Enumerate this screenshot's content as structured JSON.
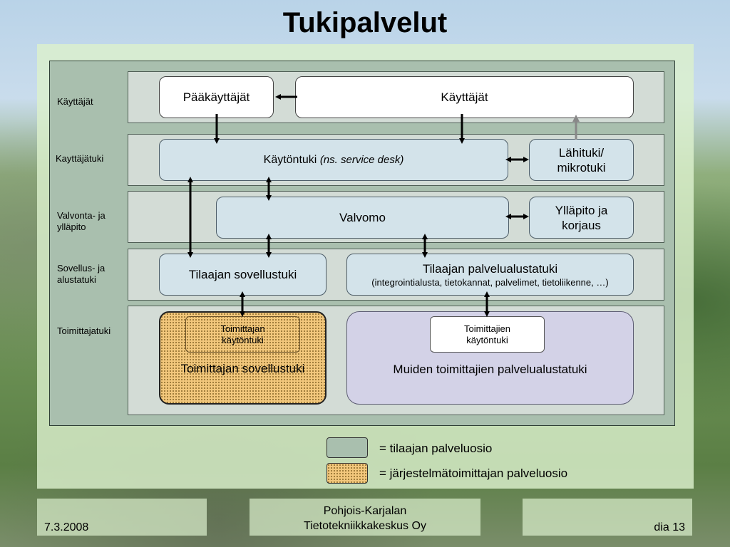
{
  "title": "Tukipalvelut",
  "row_labels": [
    "Käyttäjät",
    "Kayttäjätuki",
    "Valvonta- ja\nylläpito",
    "Sovellus- ja\nalustatuki",
    "Toimittajatuki"
  ],
  "boxes": {
    "paakayttajat": "Pääkäyttäjät",
    "kayttajat": "Käyttäjät",
    "kaytontuki": "Käytöntuki",
    "kaytontuki_note": "(ns. service desk)",
    "lahituki": "Lähituki/\nmikrotuki",
    "valvomo": "Valvomo",
    "yllapito": "Ylläpito ja\nkorjaus",
    "tilaajan_sovellustuki": "Tilaajan sovellustuki",
    "tilaajan_palvelualustatuki": "Tilaajan palvelualustatuki",
    "tilaajan_palvelualustatuki_sub": "(integrointialusta, tietokannat, palvelimet, tietoliikenne, …)",
    "toimittajan_kaytontuki": "Toimittajan\nkäytöntuki",
    "toimittajan_sovellustuki": "Toimittajan sovellustuki",
    "toimittajien_kaytontuki": "Toimittajien\nkäytöntuki",
    "muiden_palvelualustatuki": "Muiden toimittajien palvelualustatuki"
  },
  "legend": {
    "tilaaja": "= tilaajan palveluosio",
    "toimittaja": "= järjestelmätoimittajan palveluosio"
  },
  "footer": {
    "date": "7.3.2008",
    "org_line1": "Pohjois-Karjalan",
    "org_line2": "Tietotekniikkakeskus Oy",
    "slide": "dia 13"
  },
  "colors": {
    "tilaaja_box": "#d3e3ea",
    "toimittaja_box": "#f2c77c",
    "other_supplier_box": "#d3d2e7",
    "band": "#d3dcd6",
    "frame": "#a9bfae"
  }
}
